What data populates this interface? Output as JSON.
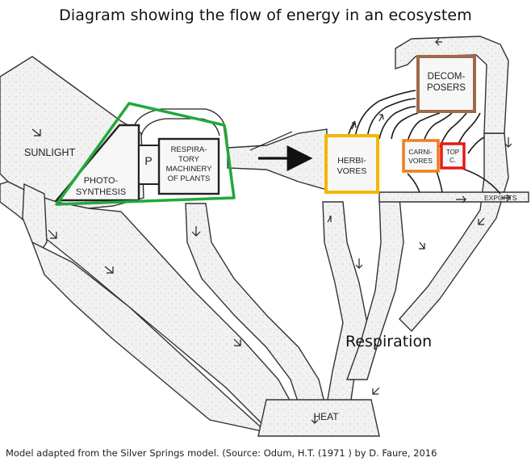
{
  "title": "Diagram showing the flow of energy in an ecosystem",
  "caption": "Model adapted from the Silver Springs model. (Source: Odum, H.T. (1971 ) by D. Faure, 2016",
  "labels": {
    "sunlight": "SUNLIGHT",
    "photosynthesis_line1": "PHOTO-",
    "photosynthesis_line2": "SYNTHESIS",
    "p": "P",
    "respiratory_line1": "RESPIRA-",
    "respiratory_line2": "TORY",
    "respiratory_line3": "MACHINERY",
    "respiratory_line4": "OF PLANTS",
    "herbivores_line1": "HERBI-",
    "herbivores_line2": "VORES",
    "carnivores_line1": "CARNI-",
    "carnivores_line2": "VORES",
    "top_carnivores_line1": "TOP",
    "top_carnivores_line2": "C.",
    "decomposers_line1": "DECOM-",
    "decomposers_line2": "POSERS",
    "exports": "EXPORTS",
    "respiration": "Respiration",
    "heat": "HEAT"
  },
  "colors": {
    "photosynthesis_outline": "#22a83a",
    "herbivores_outline": "#f2b705",
    "carnivores_outline": "#f07d1b",
    "top_carnivores_outline": "#e41b1b",
    "decomposers_outline": "#a0694a",
    "pipe_fill": "#f3f3f3",
    "ink": "#222222"
  }
}
